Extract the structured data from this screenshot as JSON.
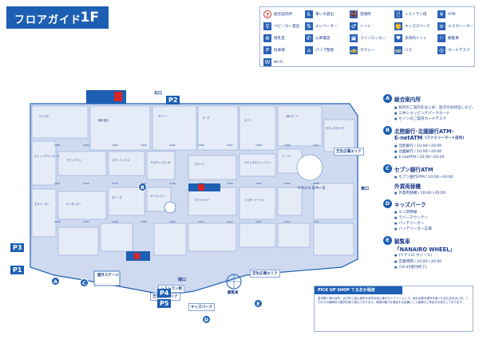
{
  "header": {
    "title": "フロアガイド",
    "floor": "1F"
  },
  "legend": {
    "items": [
      {
        "icon": "?",
        "label": "総合案内所",
        "style": "red"
      },
      {
        "icon": "♿",
        "label": "車いす貸出"
      },
      {
        "icon": "🚭",
        "label": "禁煙所"
      },
      {
        "icon": "🍴",
        "label": "レストラン街"
      },
      {
        "icon": "¥",
        "label": "ATM"
      },
      {
        "icon": "♀",
        "label": "ベビーカー貸出"
      },
      {
        "icon": "⇅",
        "label": "エレベーター"
      },
      {
        "icon": "♂",
        "label": "トイレ"
      },
      {
        "icon": "👶",
        "label": "キッズスペース"
      },
      {
        "icon": "≡",
        "label": "エスカレーター"
      },
      {
        "icon": "⊕",
        "label": "授乳室"
      },
      {
        "icon": "✆",
        "label": "公衆電話"
      },
      {
        "icon": "▣",
        "label": "コインロッカー"
      },
      {
        "icon": "♥",
        "label": "多目的トイレ"
      },
      {
        "icon": "⚐",
        "label": "観覧車"
      },
      {
        "icon": "P",
        "label": "駐車場"
      },
      {
        "icon": "⌂",
        "label": "パイプ喫煙"
      },
      {
        "icon": "🚕",
        "label": "タクシー"
      },
      {
        "icon": "🚌",
        "label": "バス"
      },
      {
        "icon": "◎",
        "label": "カードデスク"
      },
      {
        "icon": "W",
        "label": "Wi-Fi"
      }
    ]
  },
  "map": {
    "zone_labels": [
      {
        "text": "芝生広場エリア"
      },
      {
        "text": "芝生広場エリア"
      },
      {
        "text": "芝生広場エリア"
      },
      {
        "text": "イベントスペース"
      },
      {
        "text": "キッズパーク"
      },
      {
        "text": "屋外ステージ"
      },
      {
        "text": "レストラン街"
      },
      {
        "text": "観覧車"
      }
    ],
    "parking": [
      "P1",
      "P2",
      "P3",
      "P4",
      "P5"
    ],
    "entrances": [
      "北口",
      "南口",
      "東口"
    ],
    "letters": [
      "A",
      "B",
      "C",
      "D",
      "E"
    ],
    "shops": [
      "ユニクロ",
      "無印良品",
      "ダイソー",
      "コーチ",
      "ロフト",
      "ABCマート",
      "サマンサタバサ",
      "ビレッジヴァンガード",
      "ラウンドワン",
      "スターバックス",
      "アカチャンホンポ",
      "ゴディバ",
      "ナチュラルビューティー",
      "ジーユー",
      "モスバーガー",
      "ケンタッキー",
      "タリーズ",
      "サーティワン",
      "マクドナルド",
      "ミスタードーナツ"
    ],
    "numbers": [
      "1001",
      "1002",
      "1003",
      "1004",
      "1005",
      "1006",
      "1007",
      "1008",
      "1009",
      "1010",
      "1101",
      "1102",
      "1103",
      "1104",
      "1105",
      "1201",
      "1202",
      "1203",
      "1204",
      "1205",
      "1206",
      "1207",
      "1208",
      "1209",
      "1210",
      "1211",
      "1212",
      "1213",
      "1214",
      "1215"
    ]
  },
  "services": [
    {
      "badge": "A",
      "title": "総合案内所",
      "lines": [
        "館内のご案内をはじめ、迷子のお呼出しなど。",
        "三井ショッピングパークカード",
        "セゾンのご案内カードデスク"
      ]
    },
    {
      "badge": "B",
      "title": "北陸銀行･北國銀行ATM･",
      "title2": "E-netATM",
      "title2b": "(ファミリーマート店内)",
      "lines": [
        "北陸銀行 / 10:00～20:00",
        "北國銀行 / 10:00～20:00",
        "E-netATM / 10:00～20:00"
      ]
    },
    {
      "badge": "C",
      "title": "セブン銀行ATM",
      "lines": [
        "セブン銀行ATM / 10:00～20:00"
      ],
      "title3": "外貨両替機",
      "lines3": [
        "外貨両替機 / 10:00～20:00"
      ]
    },
    {
      "badge": "D",
      "title": "キッズパーク",
      "lines": [
        "ミニ新幹線",
        "ラバーマウンテン",
        "バッテリーカー",
        "バッテリーカー広場"
      ]
    },
    {
      "badge": "E",
      "title": "観覧車",
      "title2": "「NANAIRO WHEEL」",
      "title2b": "(ナナイロ ホイール)",
      "lines": [
        "営業時間 / 10:00～20:00",
        "(19:45受付終了)"
      ]
    }
  ],
  "pickup": {
    "title": "PICK UP SHOP  てるおか福舎",
    "text": "金沢駅と港の台所、近江町と富山食材の台所を結ぶ食のセレクトショップ。地元北陸の食材を使った加工品をはじめ、こだわりの調味料や雑貨を取り揃えております。地域の魅力を発信する店舗として皆様のご来店をお待ちしております。"
  },
  "colors": {
    "accent": "#1d5fb3",
    "corridor": "#cfdaf0",
    "shop": "#e6ecf7",
    "alert": "#d6262b"
  }
}
